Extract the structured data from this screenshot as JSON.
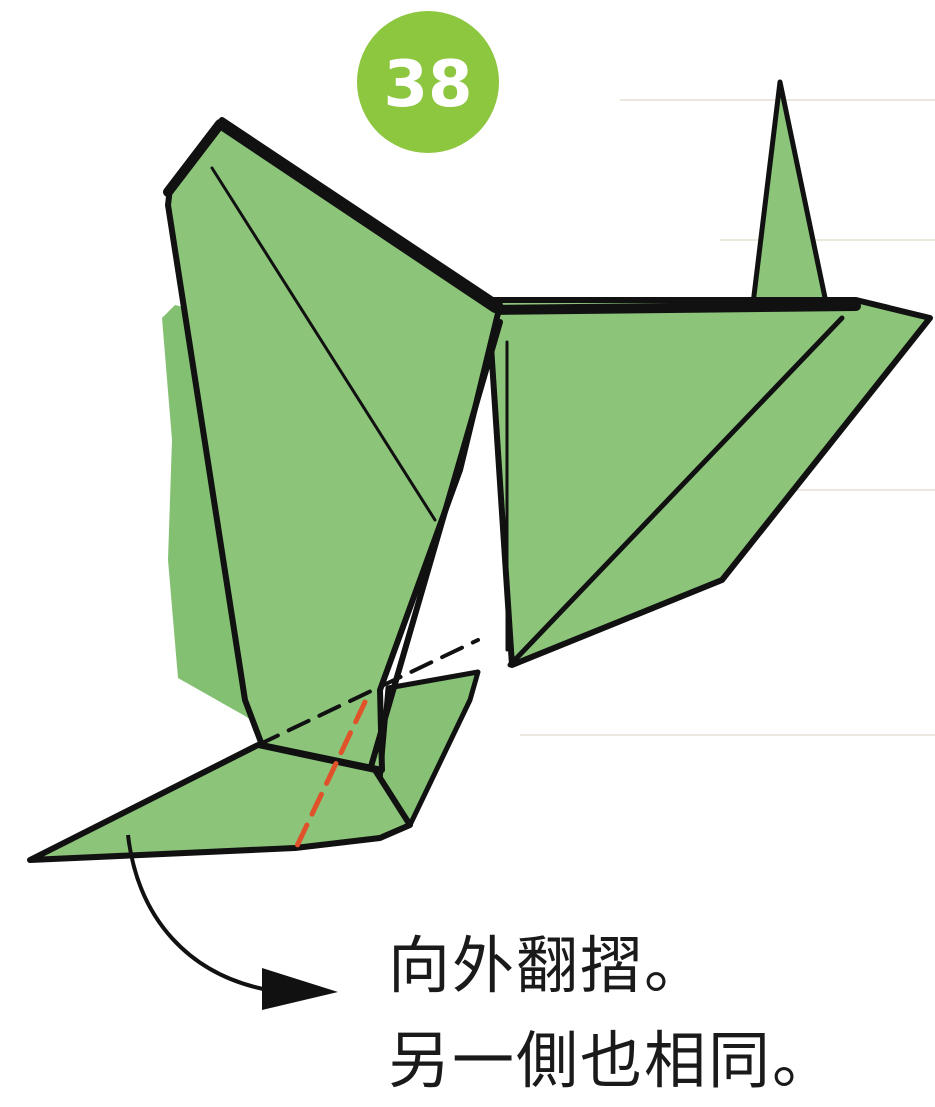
{
  "step": {
    "number": "38",
    "badge_color": "#8dc63f"
  },
  "instructions": {
    "line1": "向外翻摺。",
    "line2": "另一側也相同。"
  },
  "colors": {
    "paper": "#8cc57a",
    "paper_shadow": "#7db86c",
    "outline": "#111111",
    "fold_line": "#e0522a",
    "arrow": "#111111"
  },
  "icons": {
    "fold_arrow": "curved-arrow-icon"
  }
}
